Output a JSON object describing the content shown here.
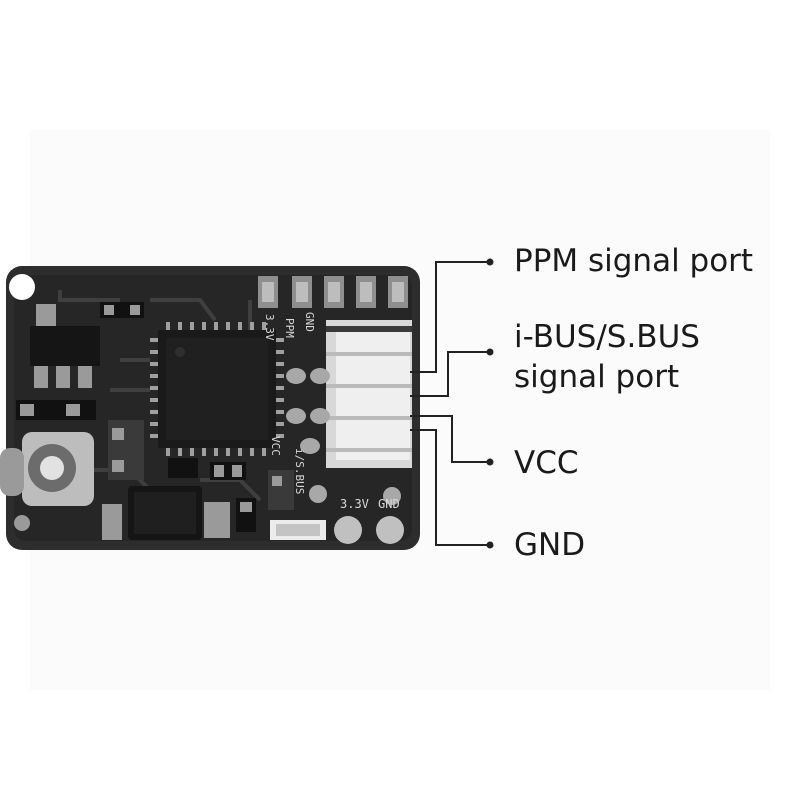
{
  "labels": {
    "ppm": "PPM signal port",
    "ibus_line1": "i-BUS/S.BUS",
    "ibus_line2": "signal port",
    "vcc": "VCC",
    "gnd": "GND"
  },
  "silkscreen": {
    "gnd_top": "GND",
    "ppm": "PPM",
    "v33_top": "3.3V",
    "vcc": "VCC",
    "ibus": "i/S.BUS",
    "v33_bottom": "3.3V",
    "gnd_bottom": "GND"
  },
  "colors": {
    "board": "#2b2b2b",
    "board_edge": "#1c1c1c",
    "pad": "#9a9a9a",
    "connector": "#d6d6d6",
    "line": "#222222"
  }
}
